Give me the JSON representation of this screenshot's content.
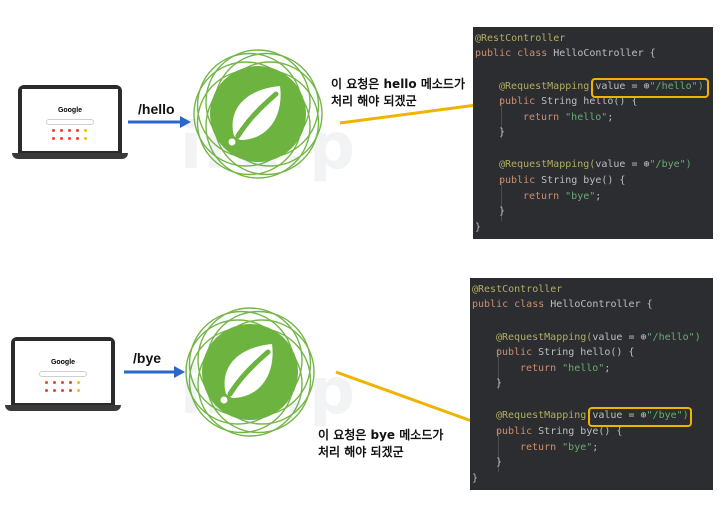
{
  "top": {
    "path_label": "/hello",
    "korean_line1": "이 요청은 hello 메소드가",
    "korean_line2": "처리 해야 되겠군",
    "code": {
      "l1": "@RestController",
      "l2_kw": "public class ",
      "l2_name": "HelloController {",
      "l3_ann": "@RequestMapping(",
      "l3_val": "value = ",
      "l3_str": "\"/hello\")",
      "l4_kw": "public ",
      "l4_rest": "String hello() {",
      "l5_kw": "return ",
      "l5_str": "\"hello\"",
      "l5_end": ";",
      "l6": "}",
      "l7_ann": "@RequestMapping(",
      "l7_val": "value = ",
      "l7_str": "\"/bye\")",
      "l8_kw": "public ",
      "l8_rest": "String bye() {",
      "l9_kw": "return ",
      "l9_str": "\"bye\"",
      "l9_end": ";",
      "l10": "}",
      "l11": "}"
    }
  },
  "bottom": {
    "path_label": "/bye",
    "korean_line1": "이 요청은 bye 메소드가",
    "korean_line2": "처리 해야 되겠군",
    "code": {
      "l1": "@RestController",
      "l2_kw": "public class ",
      "l2_name": "HelloController {",
      "l3_ann": "@RequestMapping(",
      "l3_val": "value = ",
      "l3_str": "\"/hello\")",
      "l4_kw": "public ",
      "l4_rest": "String hello() {",
      "l5_kw": "return ",
      "l5_str": "\"hello\"",
      "l5_end": ";",
      "l6": "}",
      "l7_ann": "@RequestMapping(",
      "l7_val": "value = ",
      "l7_str": "\"/bye\")",
      "l8_kw": "public ",
      "l8_rest": "String bye() {",
      "l9_kw": "return ",
      "l9_str": "\"bye\"",
      "l9_end": ";",
      "l10": "}",
      "l11": "}"
    }
  },
  "browser": {
    "logo": "Google"
  },
  "colors": {
    "spring_green": "#6db33f",
    "arrow_blue": "#2a67c9",
    "arrow_yellow": "#f0b400",
    "code_bg": "#2b2d30"
  },
  "icons": [
    "laptop-icon",
    "spring-logo-icon",
    "leaf-icon"
  ]
}
